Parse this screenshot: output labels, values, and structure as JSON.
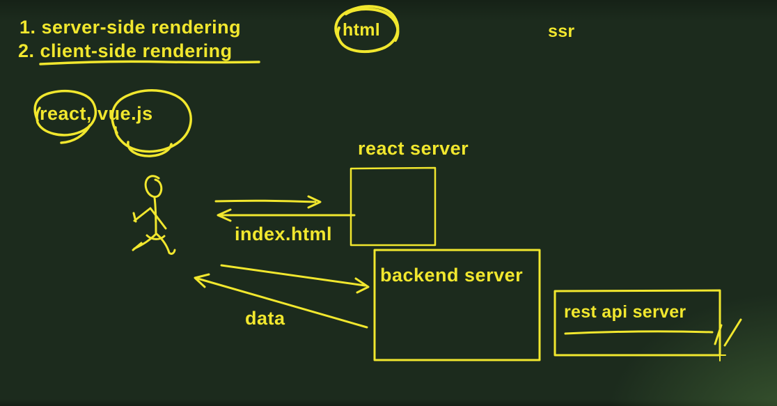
{
  "colors": {
    "ink": "#f1e72e",
    "background": "#1c2b1d",
    "corner_glow": "#73af55"
  },
  "notes": {
    "list": [
      "1. server-side rendering",
      "2. client-side rendering"
    ],
    "html": "html",
    "ssr": "ssr",
    "frameworks": "react, vue.js"
  },
  "diagram": {
    "react_server_label": "react server",
    "index_html_label": "index.html",
    "backend_server_label": "backend server",
    "data_label": "data",
    "rest_api_label": "rest api server"
  },
  "icons": {
    "client": "stick-figure-person",
    "annotations": [
      "html-circle",
      "react-circle",
      "vuejs-circle",
      "slash-marks",
      "cross-mark"
    ]
  }
}
